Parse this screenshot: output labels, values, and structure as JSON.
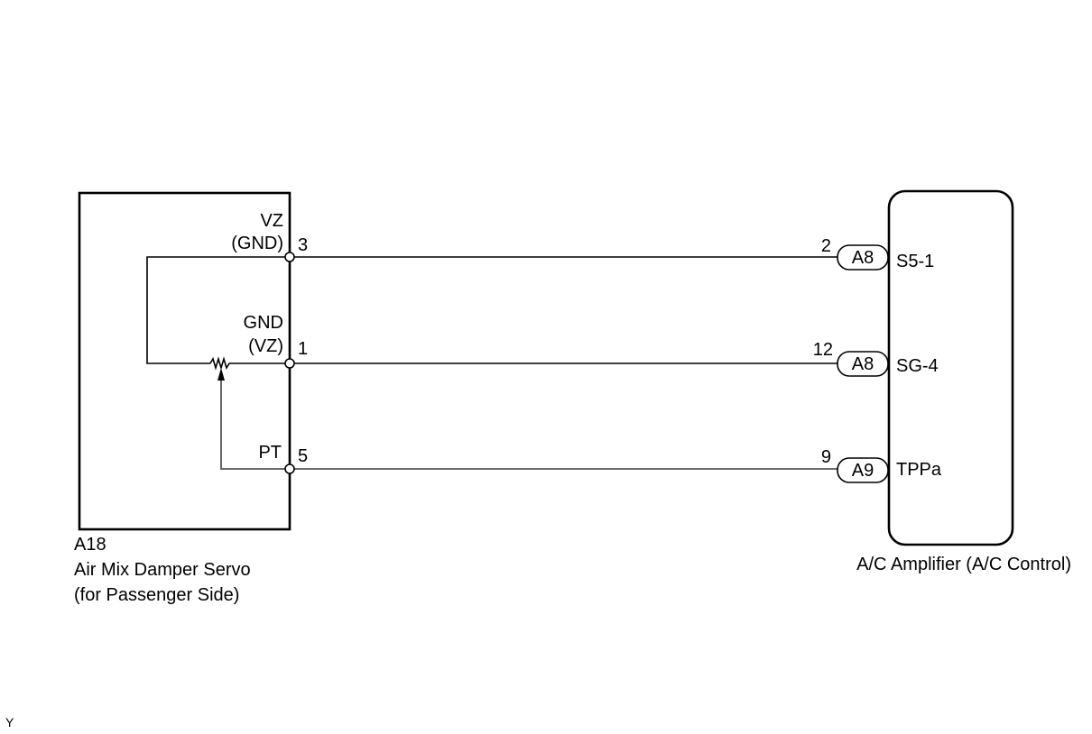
{
  "servo": {
    "code": "A18",
    "name_line1": "Air Mix Damper Servo",
    "name_line2": "(for Passenger Side)",
    "pins": [
      {
        "label_line1": "VZ",
        "label_line2": "(GND)",
        "number": "3"
      },
      {
        "label_line1": "GND",
        "label_line2": "(VZ)",
        "number": "1"
      },
      {
        "label_line1": "PT",
        "label_line2": "",
        "number": "5"
      }
    ]
  },
  "amplifier": {
    "name": "A/C Amplifier (A/C Control)",
    "terminals": [
      {
        "connector": "A8",
        "pin": "2",
        "signal": "S5-1"
      },
      {
        "connector": "A8",
        "pin": "12",
        "signal": "SG-4"
      },
      {
        "connector": "A9",
        "pin": "9",
        "signal": "TPPa"
      }
    ]
  },
  "corner_mark": "Y"
}
